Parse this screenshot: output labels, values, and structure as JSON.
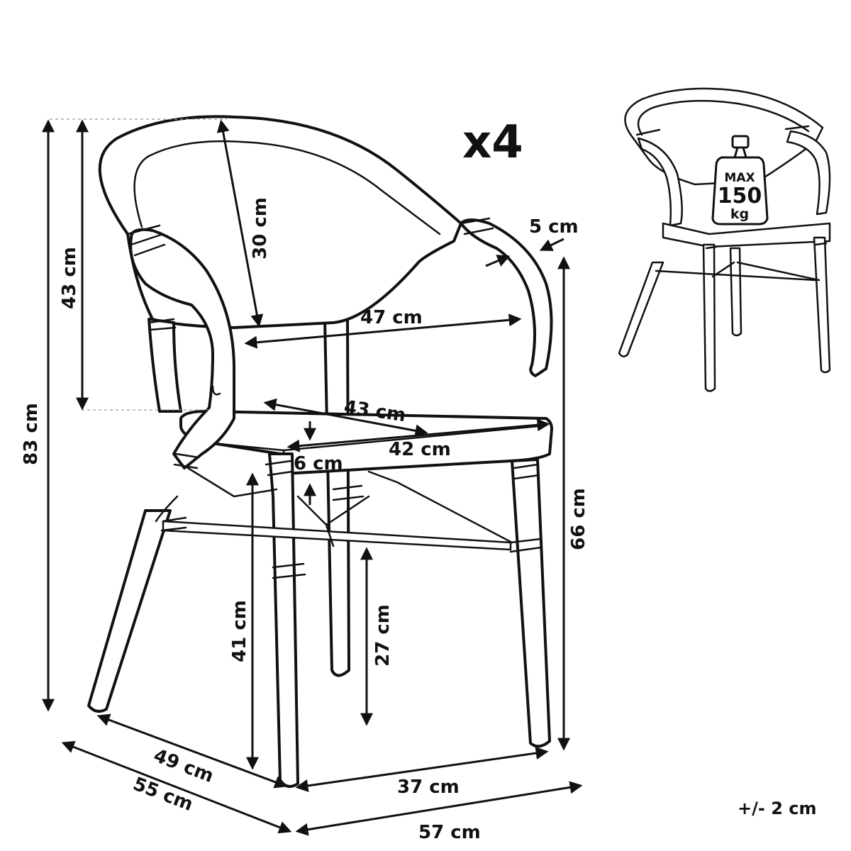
{
  "quantity_label": "x4",
  "tolerance": "+/- 2 cm",
  "max_load": {
    "line1": "MAX",
    "line2": "150",
    "line3": "kg"
  },
  "dimensions": {
    "total_height": "83 cm",
    "backrest_height": "43 cm",
    "backrest_depth": "30 cm",
    "armrest_width": "5 cm",
    "inner_width": "47 cm",
    "seat_depth": "43 cm",
    "seat_width": "42 cm",
    "seat_thickness": "6 cm",
    "armrest_height": "66 cm",
    "seat_height": "41 cm",
    "stretcher_height": "27 cm",
    "inner_depth": "49 cm",
    "total_depth": "55 cm",
    "inner_leg_width": "37 cm",
    "total_width": "57 cm"
  }
}
